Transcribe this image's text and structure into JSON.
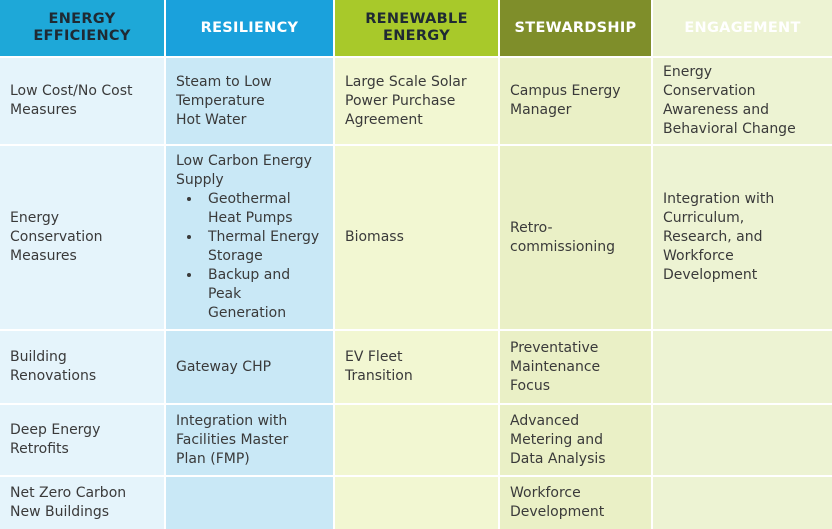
{
  "headers": [
    {
      "lines": [
        "ENERGY",
        "EFFICIENCY"
      ]
    },
    {
      "lines": [
        "RESILIENCY"
      ]
    },
    {
      "lines": [
        "RENEWABLE",
        "ENERGY"
      ]
    },
    {
      "lines": [
        "STEWARDSHIP"
      ]
    },
    {
      "lines": [
        "ENGAGEMENT"
      ]
    }
  ],
  "rows": [
    {
      "efficiency": [
        "Low Cost/No Cost",
        "Measures"
      ],
      "resiliency": [
        "Steam to Low",
        "Temperature",
        "Hot Water"
      ],
      "renewable": [
        "Large Scale Solar",
        "Power Purchase",
        "Agreement"
      ],
      "stewardship": [
        "Campus Energy",
        "Manager"
      ],
      "engagement": [
        "Energy",
        "Conservation",
        "Awareness and",
        "Behavioral Change"
      ]
    },
    {
      "efficiency": [
        "Energy",
        "Conservation",
        "Measures"
      ],
      "resiliency_intro": [
        "Low Carbon Energy",
        "Supply"
      ],
      "resiliency_bullets": [
        [
          "Geothermal",
          "Heat Pumps"
        ],
        [
          "Thermal Energy",
          "Storage"
        ],
        [
          "Backup and",
          "Peak",
          "Generation"
        ]
      ],
      "renewable": [
        "Biomass"
      ],
      "stewardship": [
        "Retro-",
        "commissioning"
      ],
      "engagement": [
        "Integration with",
        "Curriculum,",
        "Research, and",
        "Workforce",
        "Development"
      ]
    },
    {
      "efficiency": [
        "Building",
        "Renovations"
      ],
      "resiliency": [
        "Gateway CHP"
      ],
      "renewable": [
        "EV Fleet",
        "Transition"
      ],
      "stewardship": [
        "Preventative",
        "Maintenance",
        "Focus"
      ],
      "engagement": []
    },
    {
      "efficiency": [
        "Deep Energy",
        "Retrofits"
      ],
      "resiliency": [
        "Integration with",
        "Facilities Master",
        "Plan (FMP)"
      ],
      "renewable": [],
      "stewardship": [
        "Advanced",
        "Metering and",
        "Data Analysis"
      ],
      "engagement": []
    },
    {
      "efficiency": [
        "Net Zero Carbon",
        "New Buildings"
      ],
      "resiliency": [],
      "renewable": [],
      "stewardship": [
        "Workforce",
        "Development"
      ],
      "engagement": []
    }
  ]
}
